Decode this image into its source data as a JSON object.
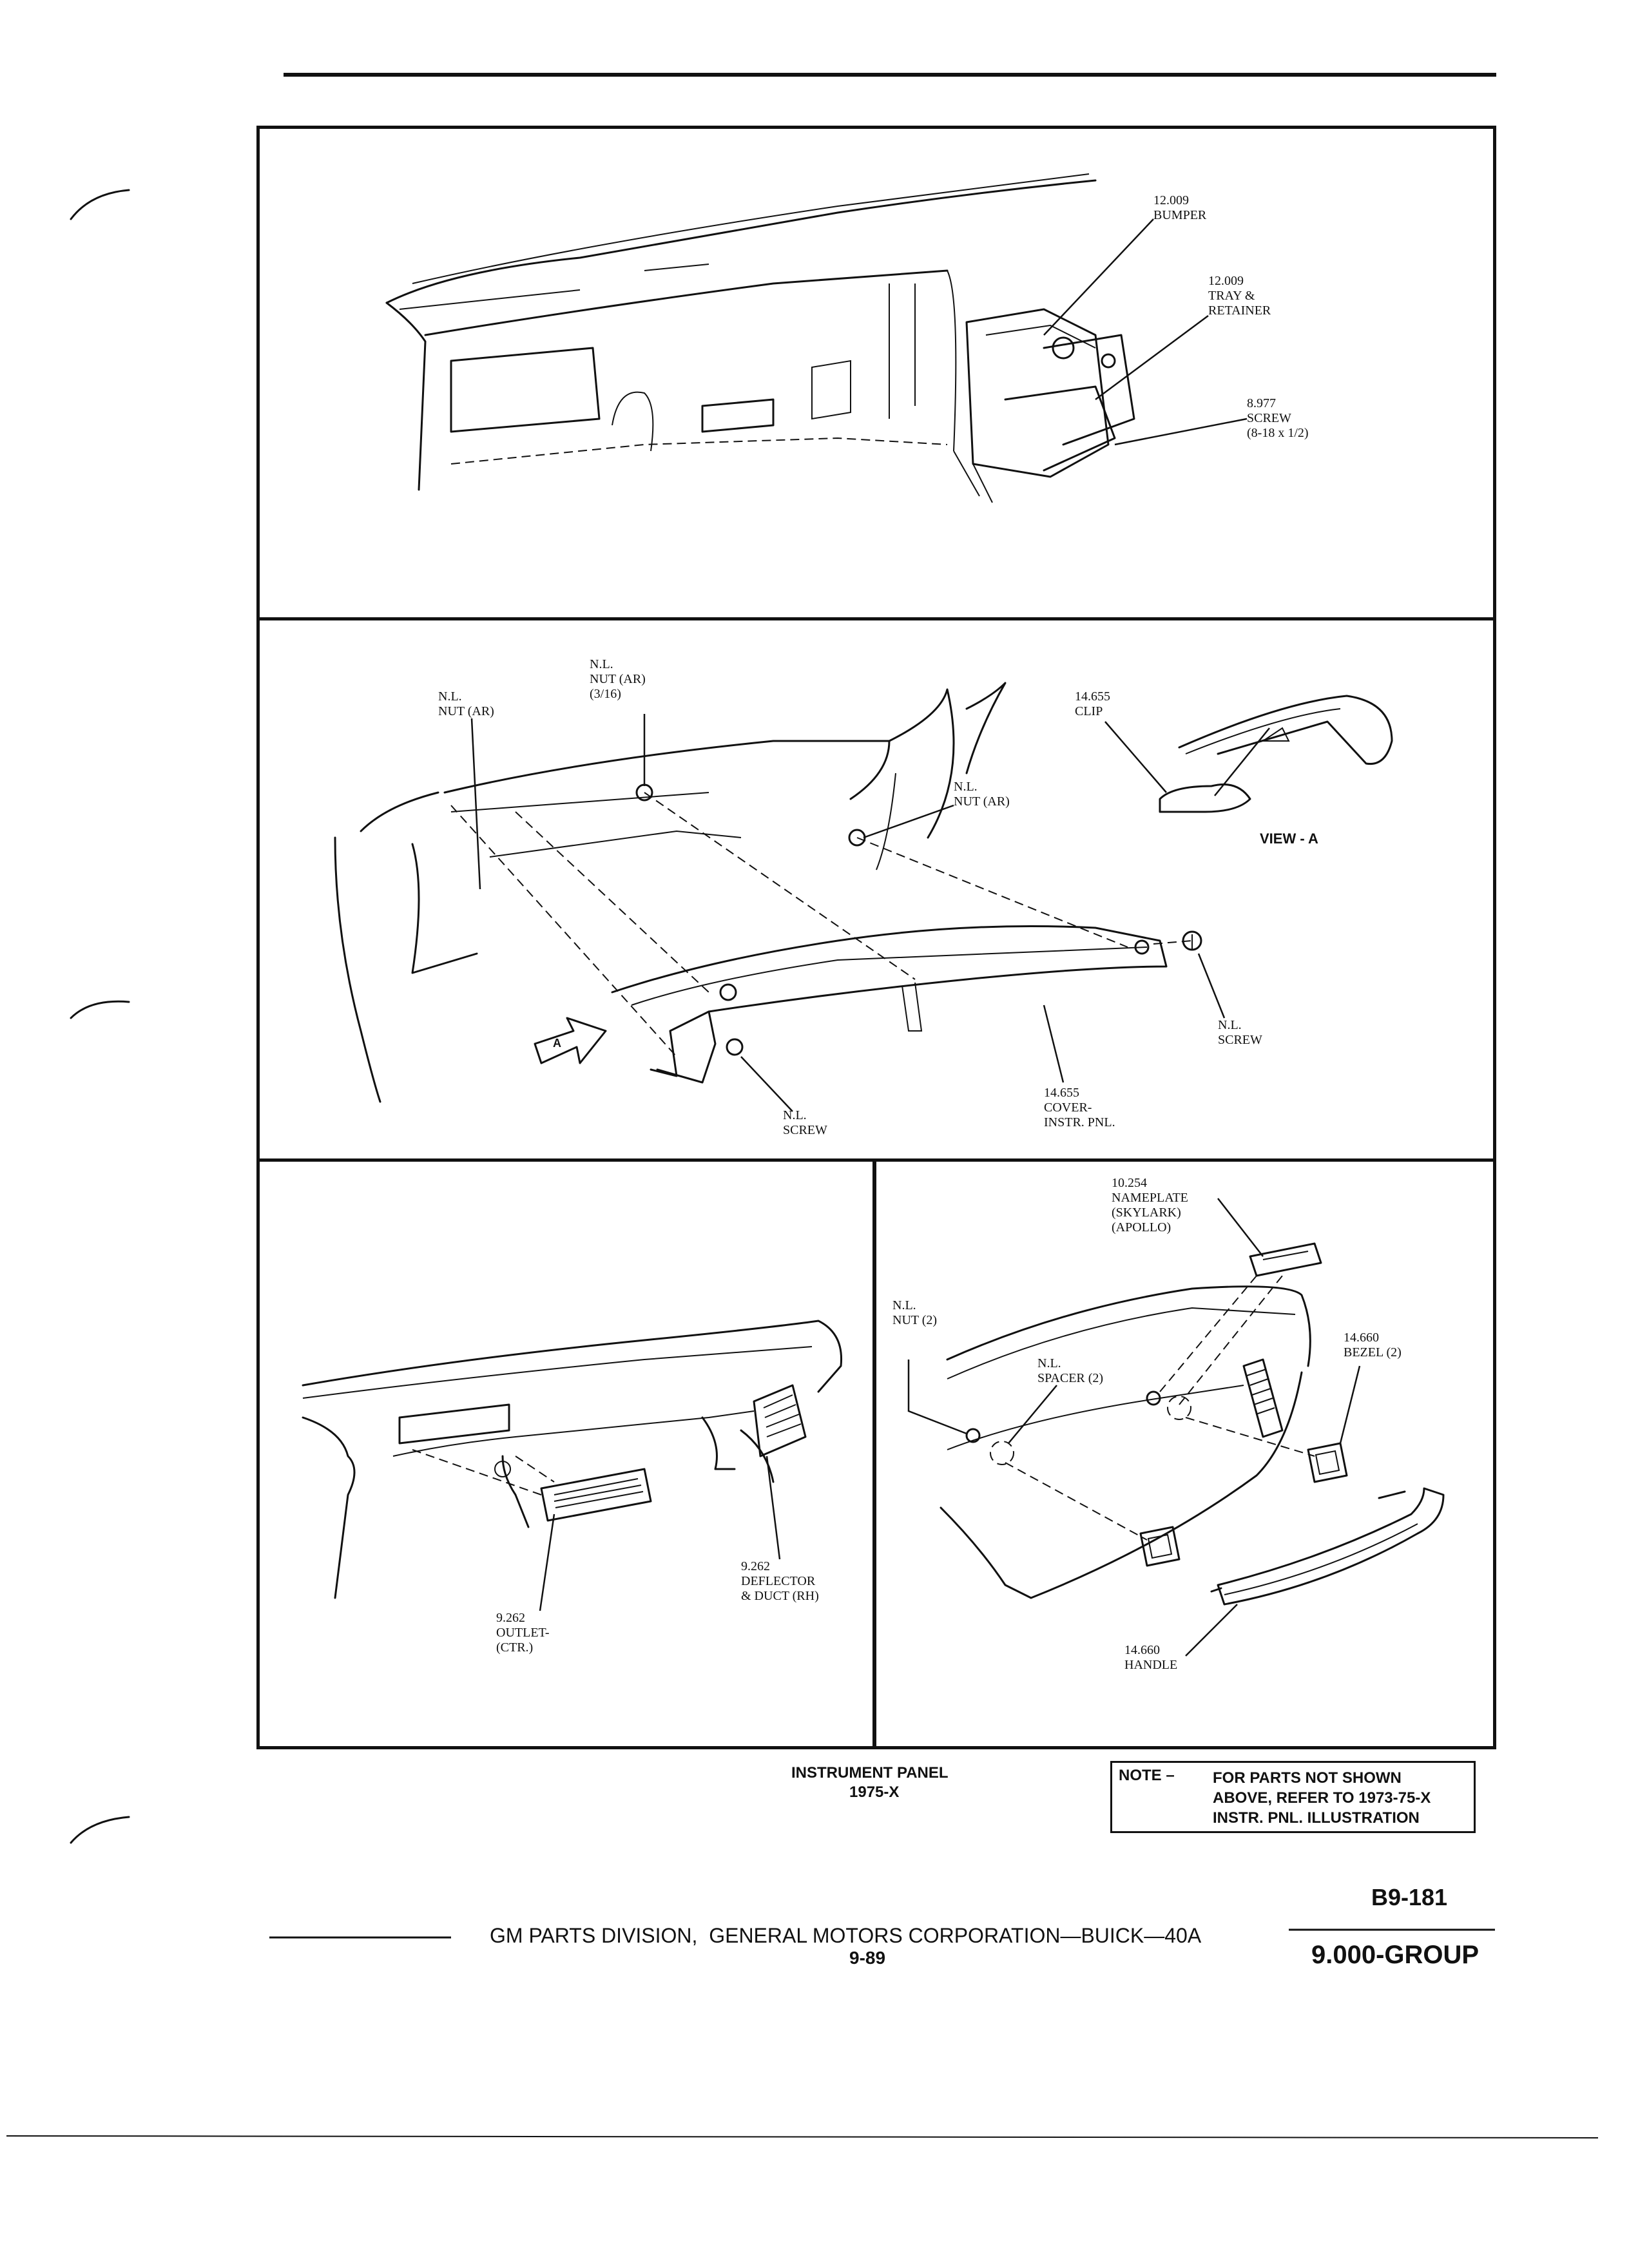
{
  "panel1": {
    "bumper": "12.009\nBUMPER",
    "tray": "12.009\nTRAY &\nRETAINER",
    "screw": "8.977\nSCREW\n(8-18 x 1/2)"
  },
  "panel2": {
    "nut_left": "N.L.\nNUT (AR)",
    "nut_mid": "N.L.\nNUT (AR)\n(3/16)",
    "nut_right": "N.L.\nNUT (AR)",
    "clip": "14.655\nCLIP",
    "view": "VIEW - A",
    "screw_right": "N.L.\nSCREW",
    "screw_left": "N.L.\nSCREW",
    "cover": "14.655\nCOVER-\nINSTR. PNL.",
    "arrow_letter": "A"
  },
  "panel3": {
    "deflector": "9.262\nDEFLECTOR\n& DUCT (RH)",
    "outlet": "9.262\nOUTLET-\n(CTR.)"
  },
  "panel4": {
    "nameplate": "10.254\nNAMEPLATE\n(SKYLARK)\n(APOLLO)",
    "nut": "N.L.\nNUT (2)",
    "spacer": "N.L.\nSPACER (2)",
    "bezel": "14.660\nBEZEL (2)",
    "handle": "14.660\nHANDLE"
  },
  "caption": {
    "title": "INSTRUMENT PANEL",
    "subtitle": "1975-X"
  },
  "note": {
    "label": "NOTE –",
    "text": "FOR PARTS NOT SHOWN\nABOVE, REFER TO 1973-75-X\nINSTR. PNL. ILLUSTRATION"
  },
  "footer": {
    "page_code": "B9-181",
    "publisher": "GM PARTS DIVISION,  GENERAL MOTORS CORPORATION—BUICK—40A",
    "date_code": "9-89",
    "group": "9.000-GROUP"
  }
}
